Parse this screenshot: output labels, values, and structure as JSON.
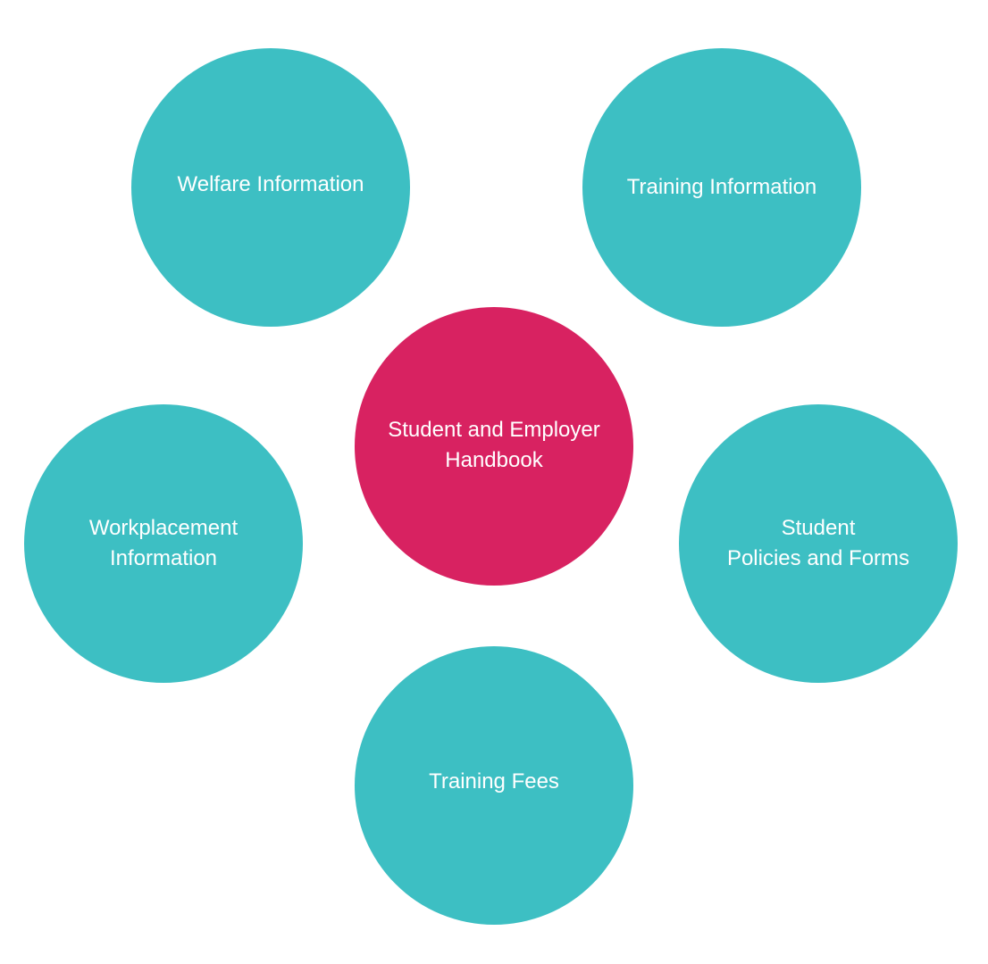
{
  "colors": {
    "node": "#3dbfc3",
    "center": "#d82261",
    "text": "#ffffff"
  },
  "center": {
    "label": "Student and Employer\nHandbook"
  },
  "nodes": [
    {
      "label": "Welfare Information"
    },
    {
      "label": "Training Information"
    },
    {
      "label": "Workplacement\nInformation"
    },
    {
      "label": "Student\nPolicies and Forms"
    },
    {
      "label": "Training Fees"
    }
  ]
}
